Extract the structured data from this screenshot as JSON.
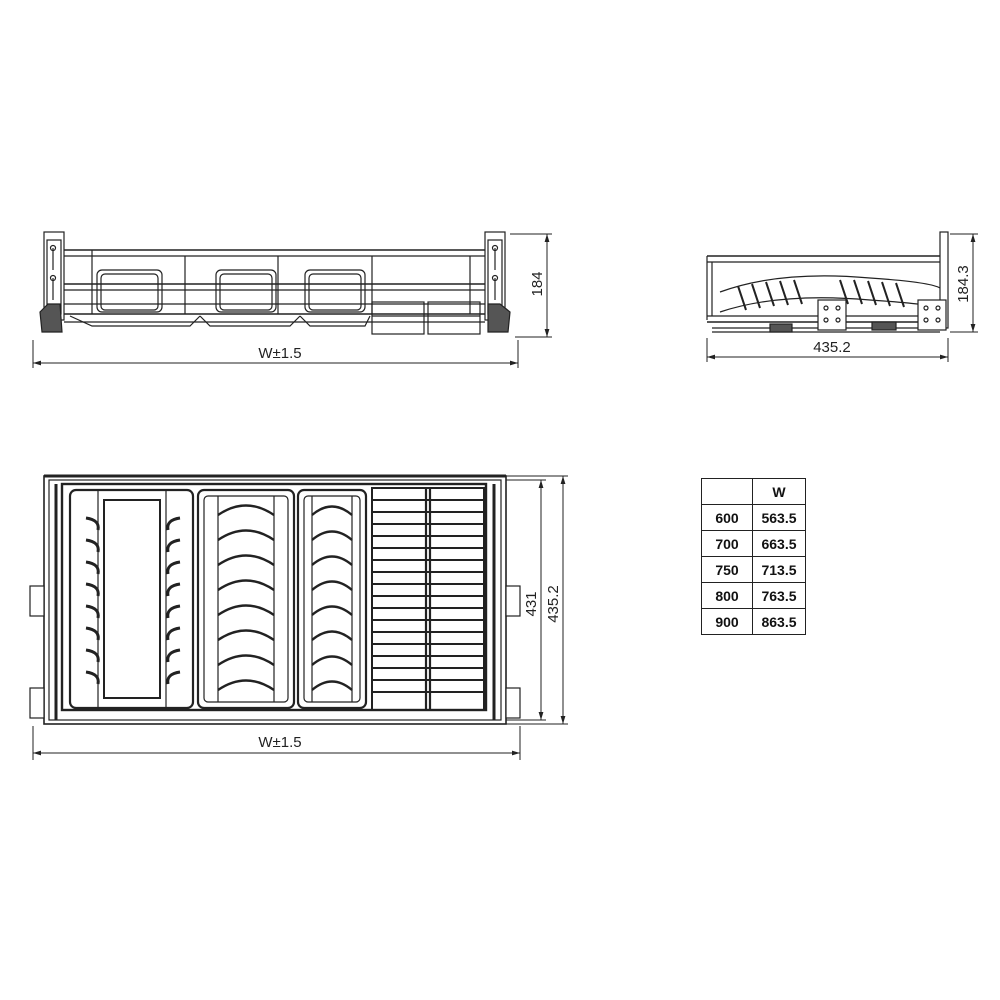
{
  "front_view": {
    "width_label": "W±1.5",
    "height_label": "184"
  },
  "side_view": {
    "depth_label": "435.2",
    "height_label": "184.3"
  },
  "top_view": {
    "width_label": "W±1.5",
    "inner_depth_label": "431",
    "outer_depth_label": "435.2"
  },
  "size_table": {
    "header": [
      "",
      "W"
    ],
    "rows": [
      [
        "600",
        "563.5"
      ],
      [
        "700",
        "663.5"
      ],
      [
        "750",
        "713.5"
      ],
      [
        "800",
        "763.5"
      ],
      [
        "900",
        "863.5"
      ]
    ]
  }
}
